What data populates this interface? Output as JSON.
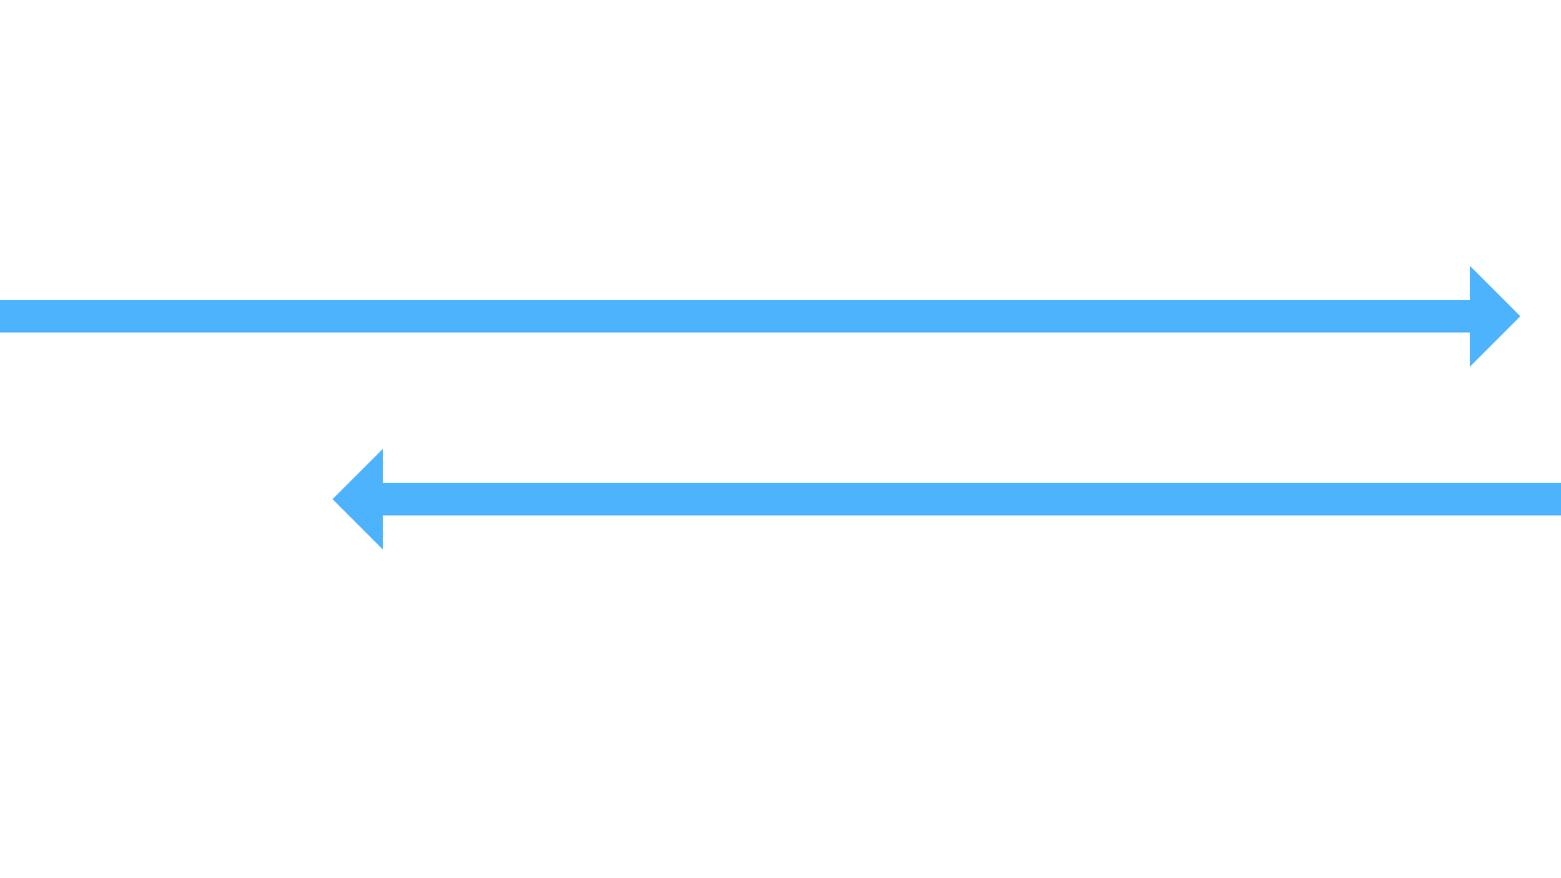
{
  "diagram": {
    "background_color": "#ffffff",
    "arrow_color": "#4db3fd",
    "arrows": [
      {
        "name": "arrow-right",
        "direction": "right",
        "icon": "arrow-right-icon"
      },
      {
        "name": "arrow-left",
        "direction": "left",
        "icon": "arrow-left-icon"
      }
    ]
  }
}
